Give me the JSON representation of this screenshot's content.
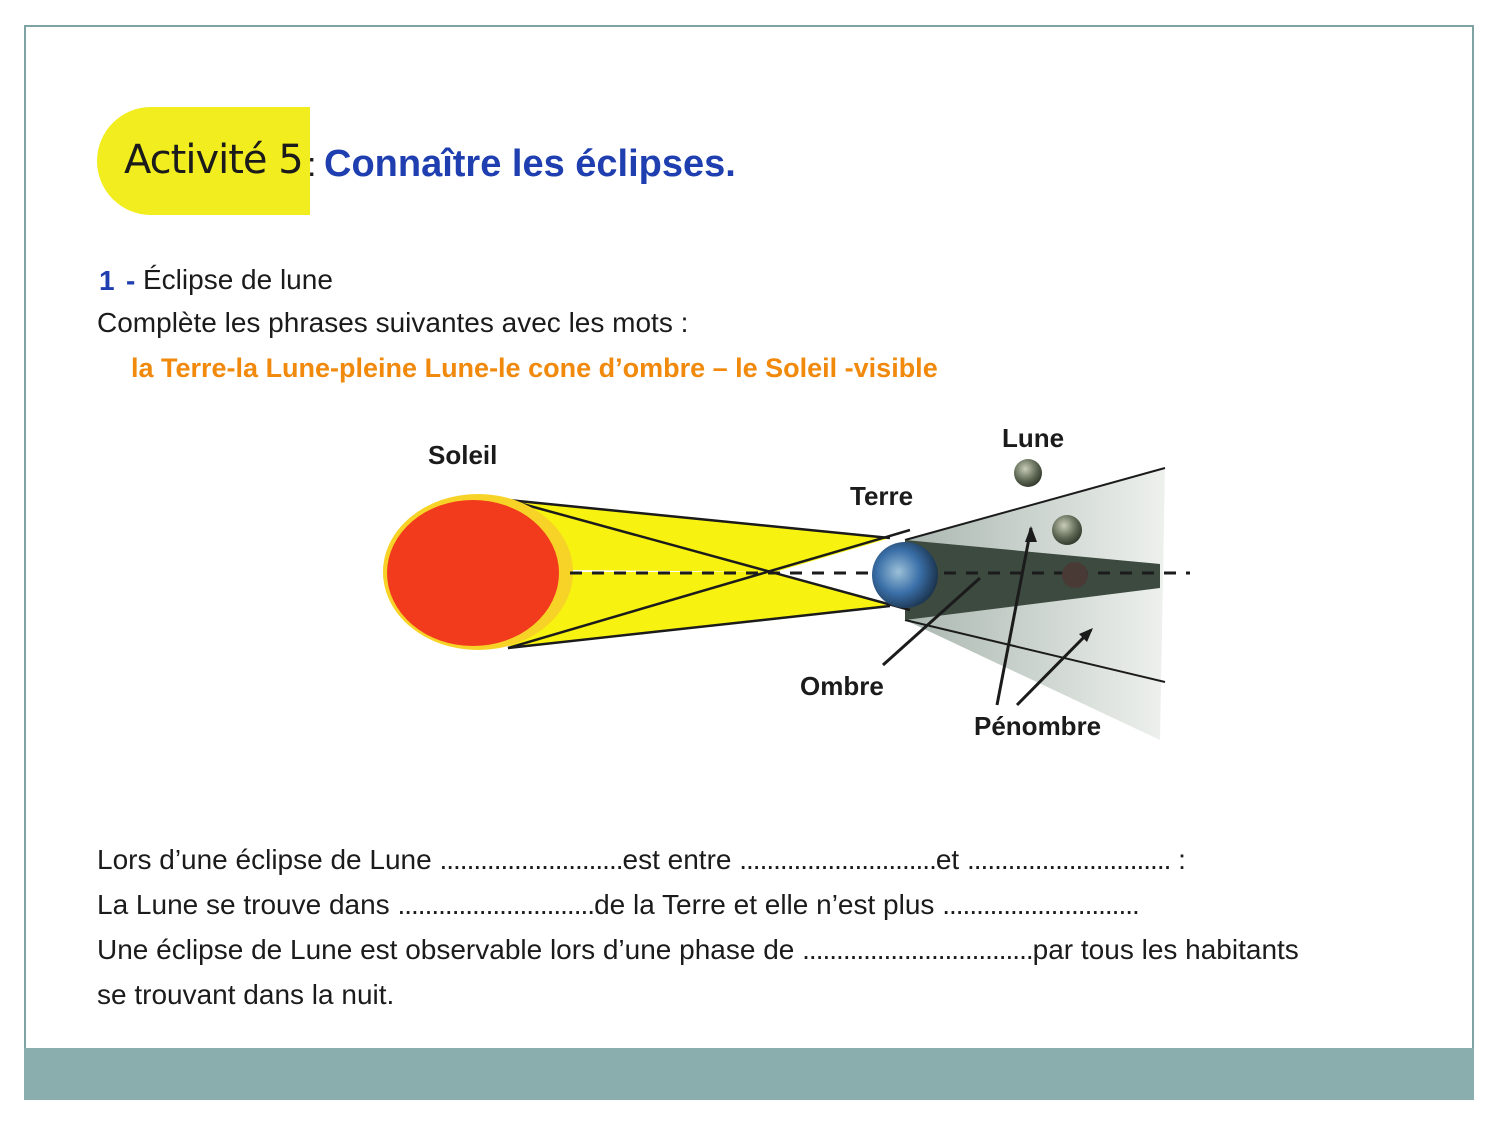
{
  "title": {
    "activity": "Activité 5",
    "colon": ":",
    "main": "Connaître les éclipses."
  },
  "question": {
    "number": "1",
    "dash": "-",
    "label": "Éclipse de lune",
    "instruction": "Complète les phrases suivantes avec les mots :",
    "wordbank": "la Terre-la Lune-pleine Lune-le cone d’ombre – le Soleil -visible"
  },
  "diagram": {
    "labels": {
      "soleil": "Soleil",
      "terre": "Terre",
      "lune": "Lune",
      "ombre": "Ombre",
      "penombre": "Pénombre"
    },
    "colors": {
      "sun": "#f23a1c",
      "sun_rim": "#f7d327",
      "light_cone": "#f7f20f",
      "penumbra": "#c9d2cc",
      "umbra": "#3c4a40",
      "earth": "#3a6fa8"
    }
  },
  "sentences": [
    [
      "Lors d’une éclipse de Lune ",
      "...........................",
      "est entre ",
      ".............................",
      "et ",
      "..............................",
      " :"
    ],
    [
      "La Lune se trouve dans ",
      ".............................",
      "de la Terre et elle n’est plus ",
      "............................."
    ],
    [
      "Une éclipse de Lune est observable lors d’une phase de ",
      "..................................",
      "par tous les habitants"
    ],
    [
      "se trouvant  dans la nuit."
    ]
  ],
  "colors": {
    "accent_blue": "#1f3fb0",
    "title_highlight": "#f2ed1e",
    "wordbank_orange": "#f0890c",
    "footer_bar": "#8aaeae",
    "frame_border": "#7fa3a3"
  }
}
